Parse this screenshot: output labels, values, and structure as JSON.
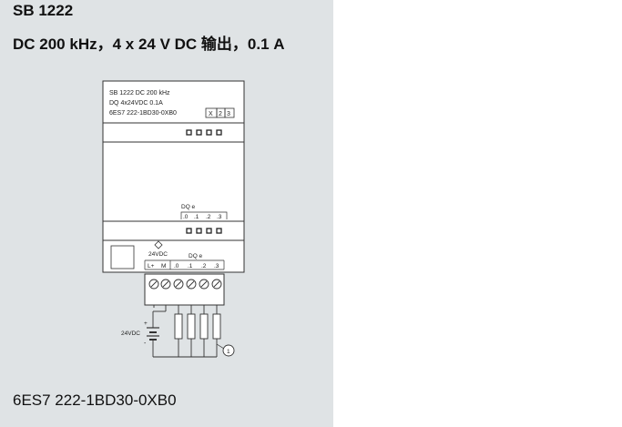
{
  "header": {
    "title": "SB 1222",
    "subtitle": "DC 200 kHz，4 x 24 V DC 输出，0.1 A"
  },
  "module": {
    "label_line1": "SB 1222 DC 200 kHz",
    "label_line2": "DQ 4x24VDC  0.1A",
    "label_line3": "6ES7 222-1BD30-0XB0",
    "slot_x": "X",
    "slot_2": "2",
    "slot_3": "3",
    "dq_label": "DQ e",
    "dq_ch0": ".0",
    "dq_ch1": ".1",
    "dq_ch2": ".2",
    "dq_ch3": ".3"
  },
  "terminals": {
    "supply": "24VDC",
    "dq_label": "DQ e",
    "lplus": "L+",
    "m": "M",
    "ch0": ".0",
    "ch1": ".1",
    "ch2": ".2",
    "ch3": ".3"
  },
  "wiring": {
    "supply_label": "24VDC",
    "plus": "+",
    "minus": "-",
    "callout": "1"
  },
  "footer": {
    "order_number": "6ES7 222-1BD30-0XB0"
  }
}
